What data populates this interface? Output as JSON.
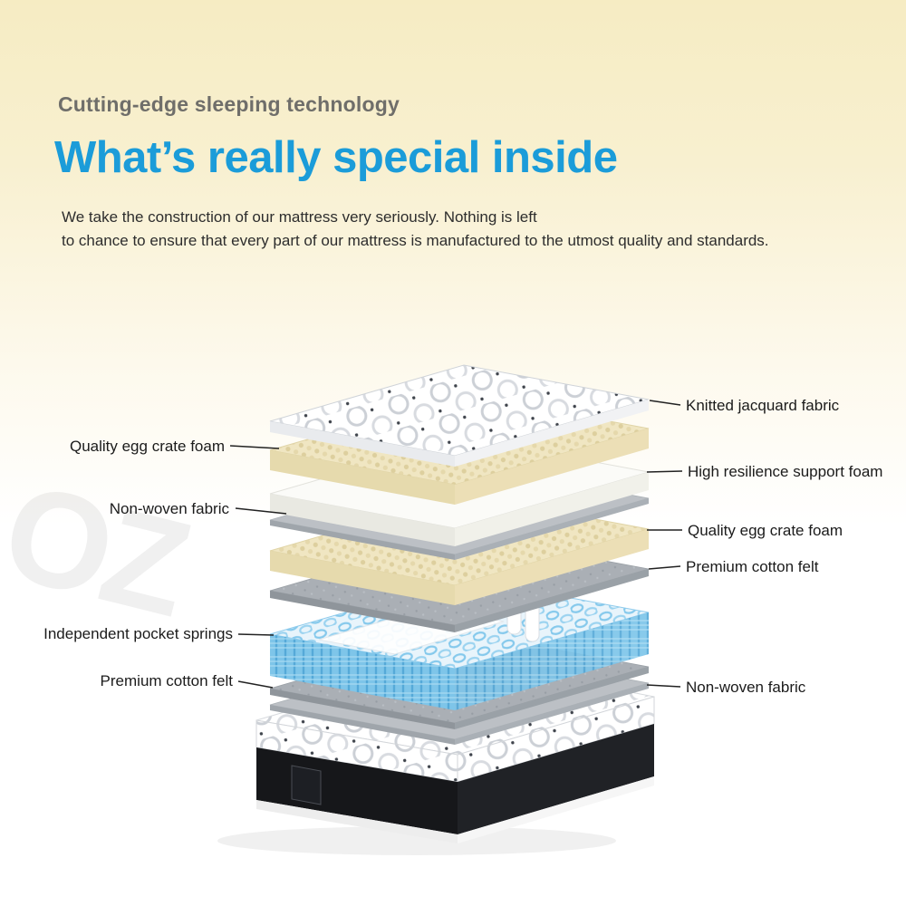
{
  "hero": {
    "eyebrow": "Cutting-edge sleeping technology",
    "title": "What’s really special inside",
    "description_line1": "We take the construction of our mattress very seriously. Nothing is left",
    "description_line2": "to chance to ensure that every part of our mattress is manufactured to the utmost quality and standards."
  },
  "diagram": {
    "watermark": "OZ",
    "left_labels": [
      "Quality egg crate foam",
      "Non-woven fabric",
      "Independent pocket springs",
      "Premium cotton felt"
    ],
    "right_labels": [
      "Knitted jacquard fabric",
      "High resilience support foam",
      "Quality egg crate foam",
      "Premium cotton felt",
      "Non-woven fabric"
    ],
    "layers_top_to_bottom": [
      "Knitted jacquard fabric",
      "Quality egg crate foam",
      "High resilience support foam",
      "Non-woven fabric",
      "Quality egg crate foam",
      "Premium cotton felt",
      "Independent pocket springs",
      "Premium cotton felt",
      "Non-woven fabric"
    ]
  },
  "colors": {
    "accent_blue": "#1b9cd9",
    "background_cream": "#f6ecc3",
    "spring_blue": "#7ec5e9",
    "foam_cream": "#f0e6c2",
    "label_text": "#1b1b1b"
  }
}
